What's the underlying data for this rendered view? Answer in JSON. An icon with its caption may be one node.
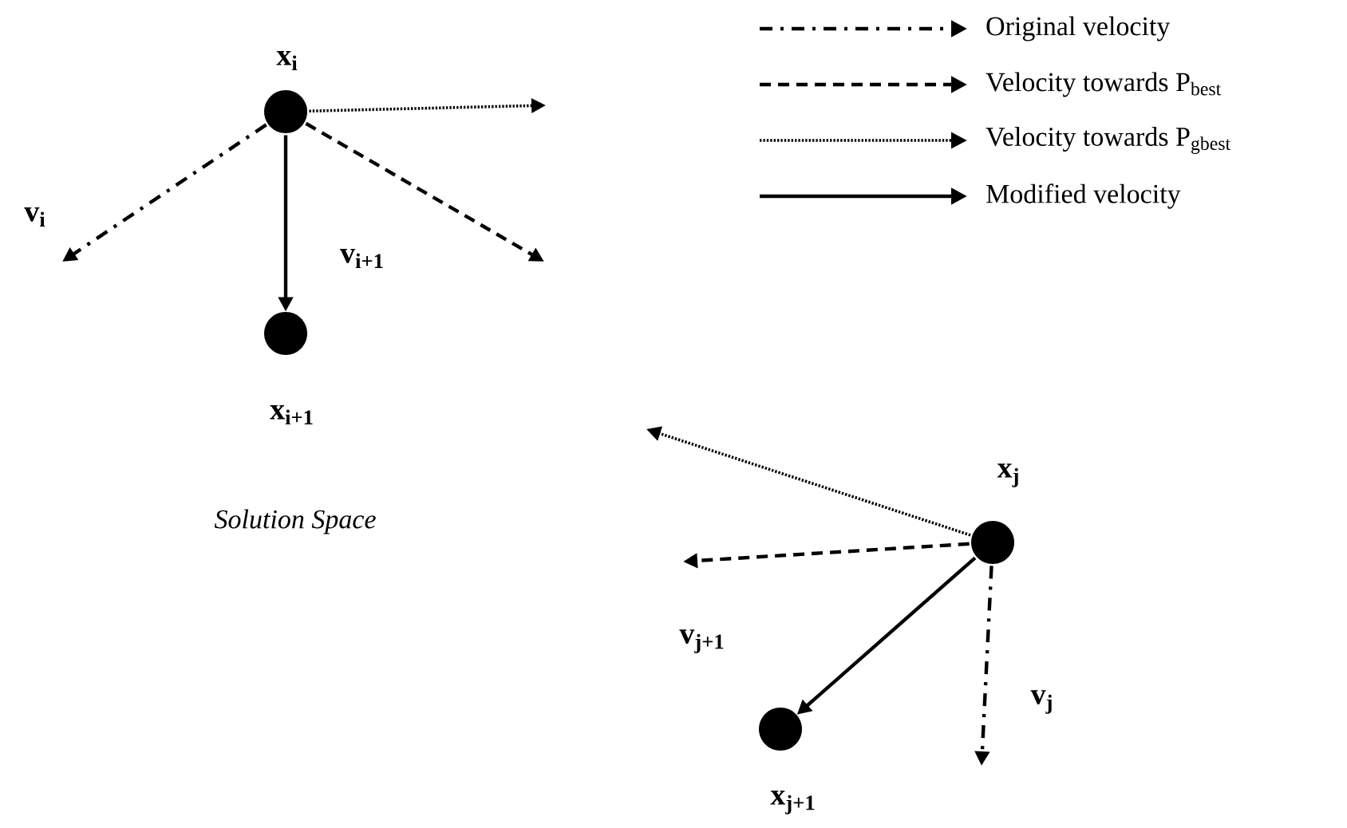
{
  "diagram": {
    "nodes": [
      {
        "text": [],
        "shape": "circle",
        "beside": [
          "x$_{i}$"
        ]
      },
      {
        "text": [],
        "shape": "circle",
        "beside": [
          "x$_{i+1}$"
        ]
      },
      {
        "text": [],
        "shape": "circle",
        "beside": [
          "x$_{j}$"
        ]
      },
      {
        "text": [],
        "shape": "circle",
        "beside": [
          "x$_{j+1}$"
        ]
      }
    ],
    "edges": [
      {
        "from": 0,
        "to": null,
        "arrow": "to",
        "style": "dashed"
      },
      {
        "from": 0,
        "to": null,
        "arrow": "to",
        "style": "dashed"
      },
      {
        "from": 0,
        "to": null,
        "arrow": "to",
        "style": "dashed",
        "label": "v$_{i}$"
      },
      {
        "from": 0,
        "to": 1,
        "arrow": "to",
        "label": "v$_{i+1}$"
      },
      {
        "from": 2,
        "to": null,
        "arrow": "to",
        "style": "dashed"
      },
      {
        "from": 2,
        "to": null,
        "arrow": "to",
        "style": "dashed"
      },
      {
        "from": 2,
        "to": null,
        "arrow": "to",
        "style": "dashed",
        "label": "v$_{j}$"
      },
      {
        "from": 2,
        "to": 3,
        "arrow": "to",
        "label": "v$_{j+1}$"
      }
    ],
    "labels": [
      "Solution Space"
    ],
    "legend": [
      {
        "text": "Original velocity"
      },
      {
        "text": "Velocity towards P$_{best}$"
      },
      {
        "text": "Velocity towards P$_{gbest}$"
      },
      {
        "text": "Modified velocity"
      }
    ]
  }
}
